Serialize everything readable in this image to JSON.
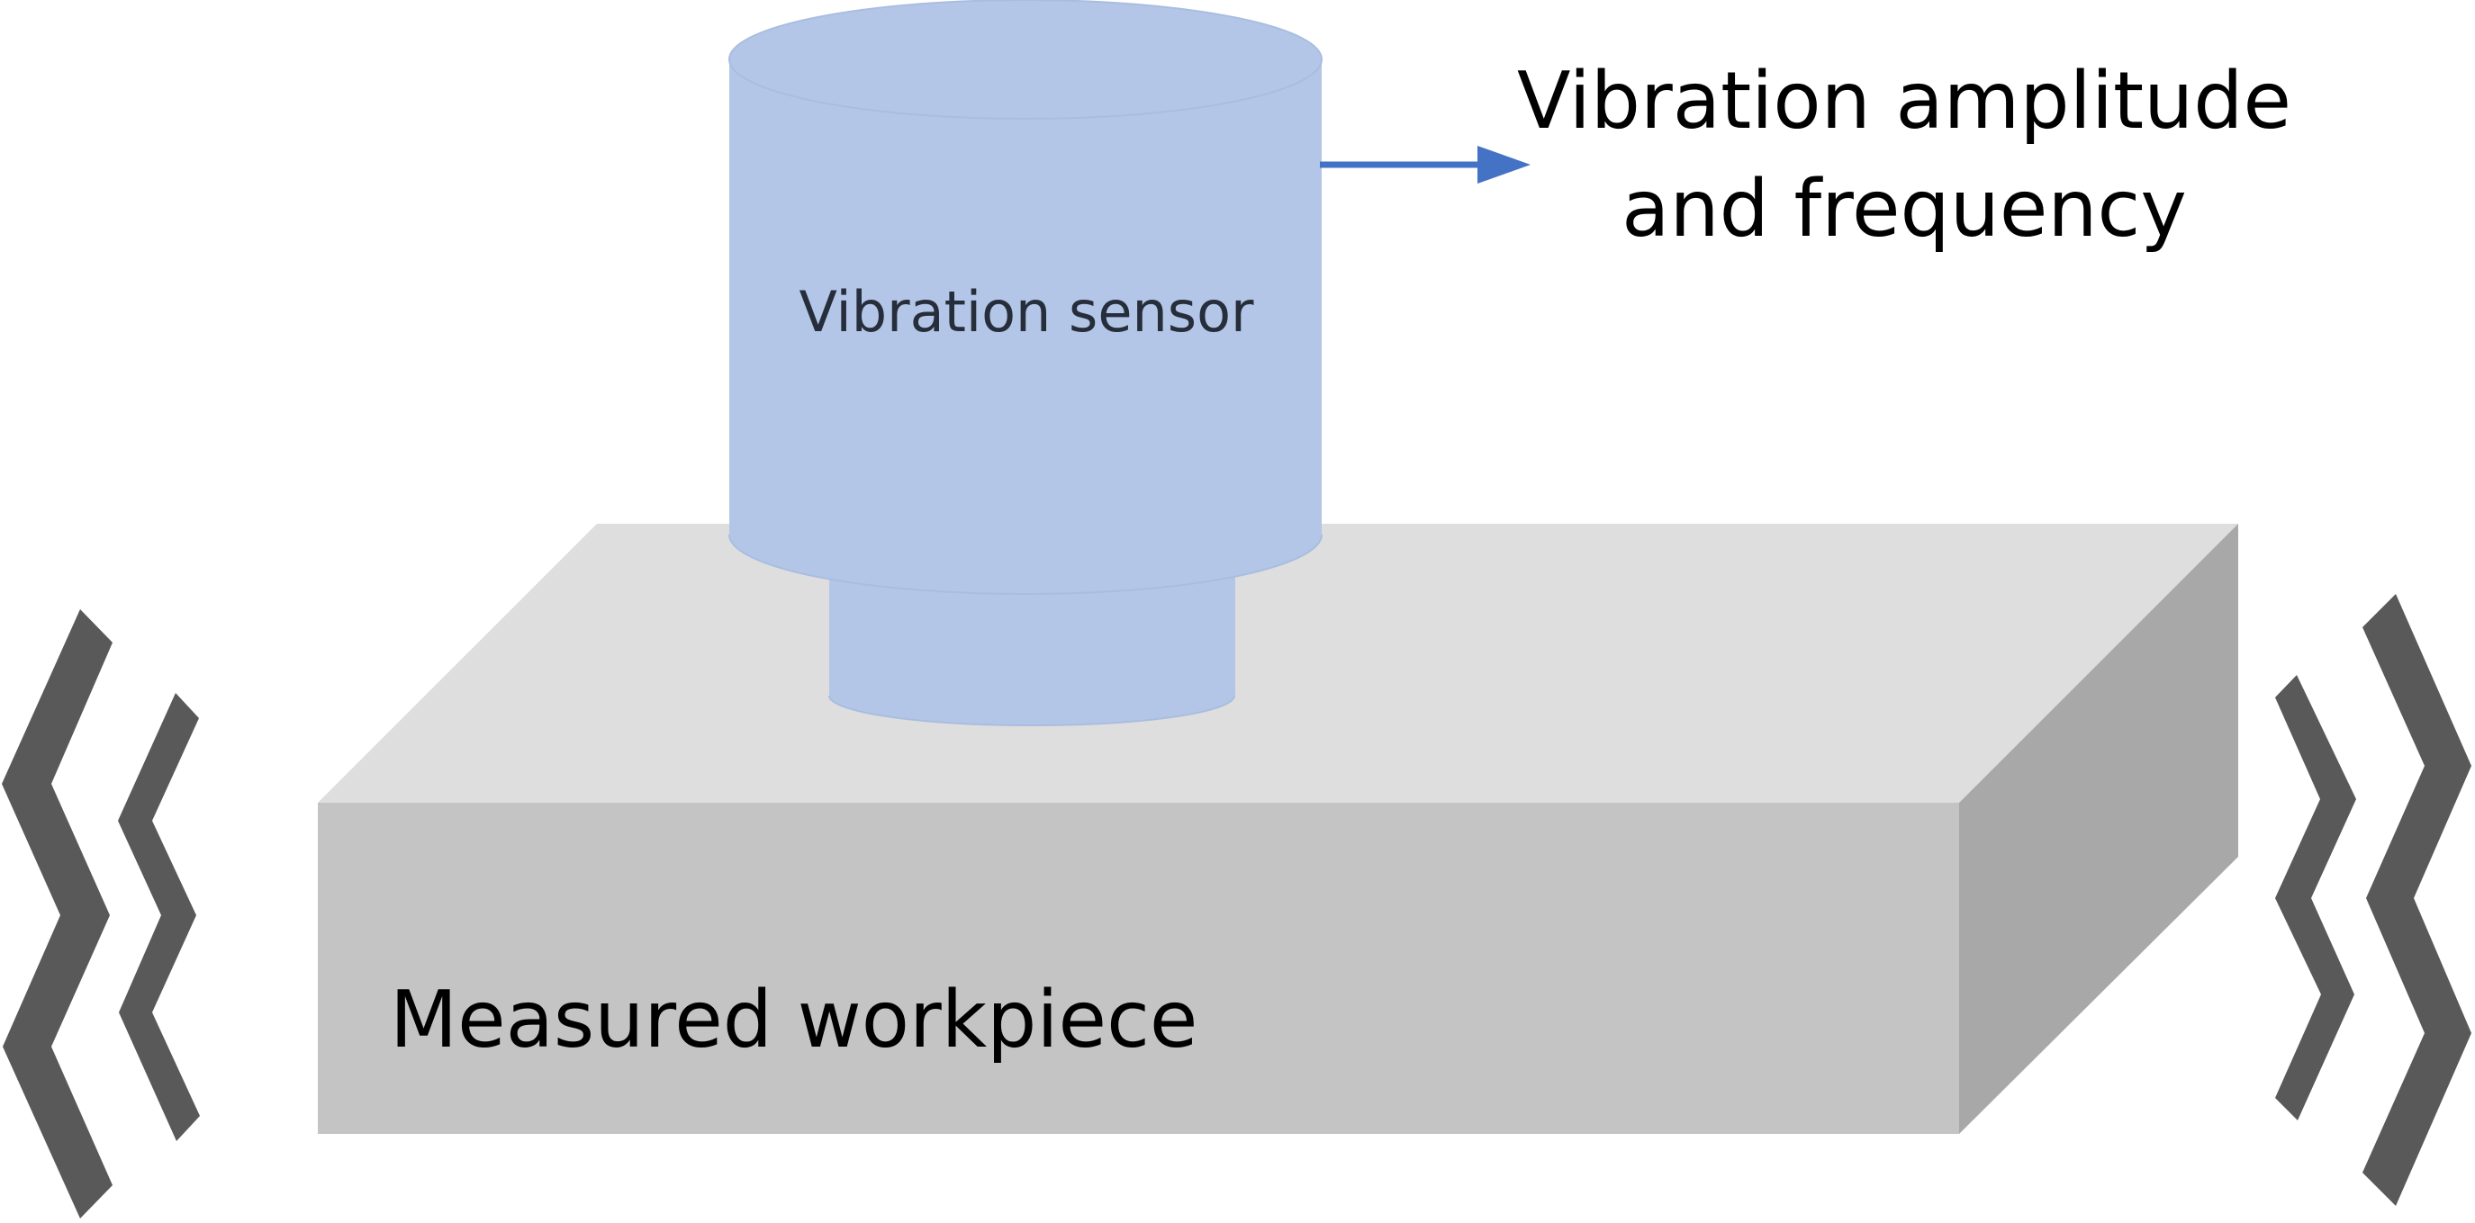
{
  "labels": {
    "sensor": "Vibration sensor",
    "output": "Vibration amplitude and frequency",
    "workpiece": "Measured workpiece"
  },
  "icons": {
    "sensor": "cylinder-icon",
    "output_arrow": "arrow-right-icon",
    "vibration_marks": "zigzag-icon"
  },
  "colors": {
    "background": "#ffffff",
    "sensor_fill": "#b4c6e7",
    "sensor_outline": "#a9bde0",
    "arrow": "#4472c4",
    "workpiece_top": "#dedede",
    "workpiece_front": "#c4c4c4",
    "workpiece_side": "#a8a8a8",
    "vibration_marks": "#595959"
  }
}
